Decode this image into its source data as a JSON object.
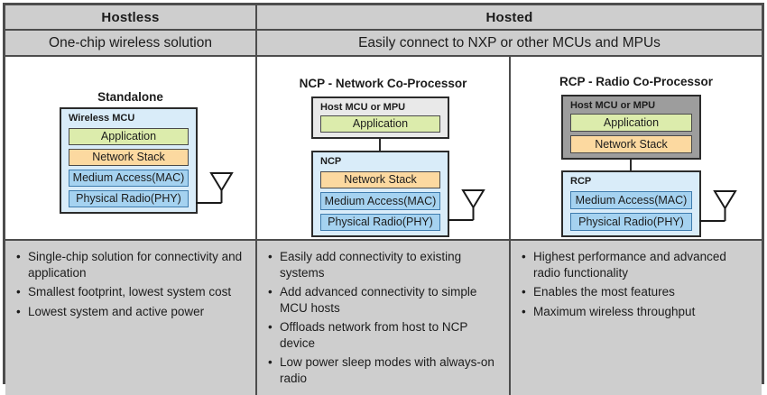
{
  "table": {
    "hostless": {
      "header": "Hostless",
      "subheader": "One-chip wireless solution"
    },
    "hosted": {
      "header": "Hosted",
      "subheader": "Easily connect to NXP or other MCUs and MPUs"
    }
  },
  "layer_labels": {
    "application": "Application",
    "network_stack": "Network Stack",
    "mac": "Medium Access(MAC)",
    "phy": "Physical Radio(PHY)"
  },
  "columns": [
    {
      "title": "Standalone",
      "chip_label": "Wireless MCU",
      "bullets": [
        "Single-chip solution for connectivity and application",
        "Smallest footprint, lowest system cost",
        "Lowest system and active power"
      ]
    },
    {
      "title": "NCP - Network Co-Processor",
      "host_label": "Host MCU or MPU",
      "chip_label": "NCP",
      "bullets": [
        "Easily add connectivity to existing systems",
        "Add advanced connectivity to simple MCU hosts",
        "Offloads network from host to NCP device",
        "Low power sleep modes with always-on radio"
      ]
    },
    {
      "title": "RCP - Radio Co-Processor",
      "host_label": "Host MCU or MPU",
      "chip_label": "RCP",
      "bullets": [
        "Highest performance and advanced radio functionality",
        "Enables the most features",
        "Maximum wireless throughput"
      ]
    }
  ],
  "icons": {
    "antenna": "antenna-icon"
  },
  "colors": {
    "cell_gray": "#cecece",
    "grid_border": "#4d4d4d",
    "chip_blue_bg": "#d9ecf9",
    "host_light_gray": "#e9e9e9",
    "host_dark_gray": "#9d9d9d",
    "layer_green": "#dcecac",
    "layer_orange": "#fcd9a0",
    "layer_blue": "#a5d2f0",
    "layer_blue_border": "#3e7cae"
  }
}
